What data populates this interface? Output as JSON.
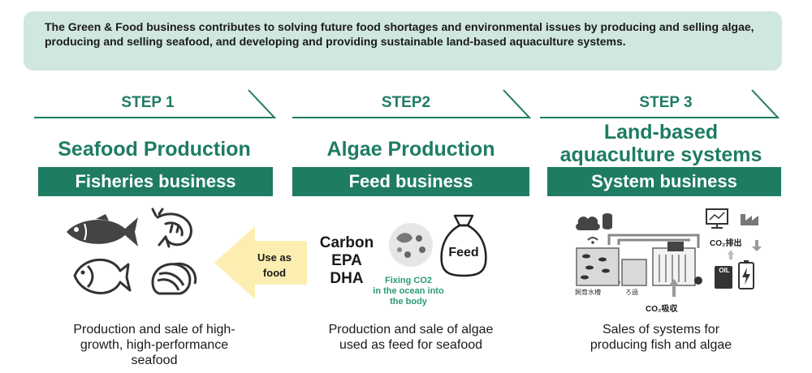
{
  "intro": "The Green & Food business contributes to solving future food shortages and environmental issues by producing and selling algae, producing and selling seafood, and developing and providing sustainable land-based aquaculture systems.",
  "steps": [
    {
      "step": "STEP 1",
      "heading": "Seafood Production",
      "business": "Fisheries business",
      "caption_lines": [
        "Production and sale of high-",
        "growth, high-performance",
        "seafood"
      ]
    },
    {
      "step": "STEP2",
      "heading": "Algae Production",
      "business": "Feed business",
      "caption_lines": [
        "Production and sale of algae",
        "used as feed for seafood"
      ]
    },
    {
      "step": "STEP 3",
      "heading_lines": [
        "Land-based",
        "aquaculture systems"
      ],
      "business": "System business",
      "caption_lines": [
        "Sales of systems for",
        "producing fish and algae"
      ]
    }
  ],
  "arrow_label_lines": [
    "Use as",
    "food"
  ],
  "nutrients": [
    "Carbon",
    "EPA",
    "DHA"
  ],
  "fixing_lines": [
    "Fixing CO2",
    "in the ocean into",
    "the body"
  ],
  "feed_bag_label": "Feed",
  "system_labels": {
    "co2_emission": "CO₂排出",
    "co2_absorption": "CO₂吸収",
    "tank": "飼育水槽",
    "filter": "ろ過",
    "oil": "OIL"
  },
  "colors": {
    "green": "#1e7c63",
    "intro_bg": "#cfe7de",
    "arrow": "#fbeeb0",
    "fixing_text": "#2a9a78"
  }
}
